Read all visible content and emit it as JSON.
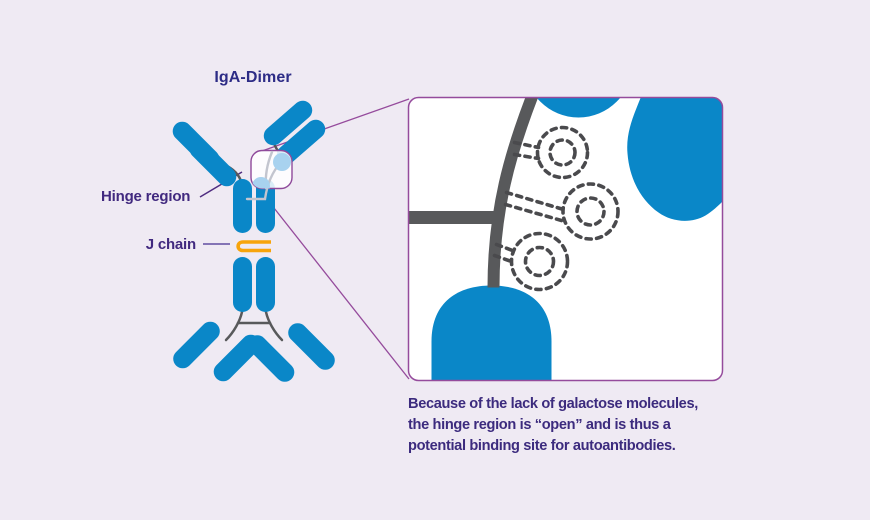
{
  "title": "IgA-Dimer",
  "labels": {
    "hinge": "Hinge region",
    "j_chain": "J chain"
  },
  "caption": {
    "lines": [
      "Because of the lack of galactose molecules,",
      "the hinge region is “open” and is thus a",
      "potential binding site for autoantibodies."
    ]
  },
  "inset": {
    "meaning": "magnified hinge region",
    "missing_molecules_count": 3
  },
  "colors": {
    "background": "#EFEAF3",
    "antibody_blue": "#0A87C8",
    "light_blue_knob": "#A8D2EF",
    "hinge_gray": "#58595B",
    "dashed_gray": "#4A4A4D",
    "magnifier_purple": "#954B9C",
    "pointer_purple": "#4F2C80",
    "text_indigo": "#3C2B7E",
    "title_indigo": "#2D2C86",
    "j_chain_orange": "#F7A40B"
  }
}
